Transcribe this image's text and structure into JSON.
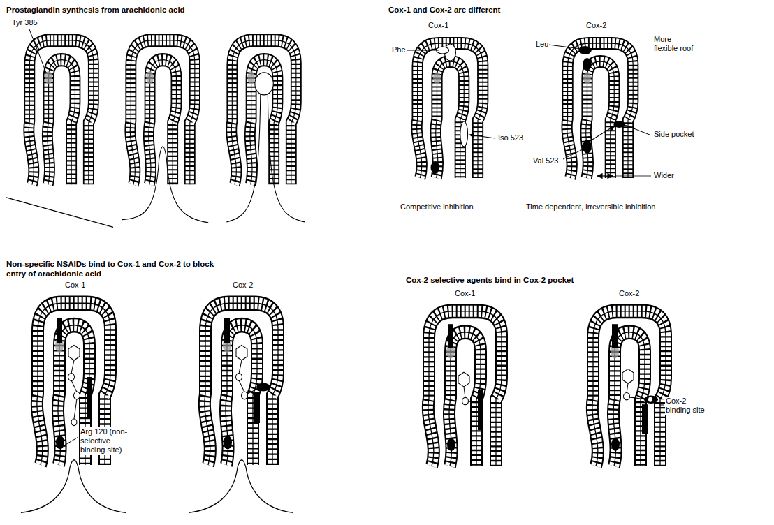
{
  "diagram": {
    "labels": [
      "Prostaglandin synthesis from arachidonic acid",
      "Tyr 385",
      "Cox-1 and Cox-2 are different",
      "Cox-1",
      "Cox-2",
      "Phe",
      "Leu",
      "More flexible roof",
      "Iso 523",
      "Side pocket",
      "Val 523",
      "Wider",
      "Competitive inhibition",
      "Time dependent, irreversible inhibition",
      "Non-specific NSAIDs bind to Cox-1 and Cox-2 to block entry of arachidonic acid",
      "Cox-1",
      "Cox-2",
      "Arg 120 (non-selective binding site)",
      "Cox-2 selective agents bind in Cox-2 pocket",
      "Cox-1",
      "Cox-2",
      "Cox-2 binding site"
    ]
  }
}
